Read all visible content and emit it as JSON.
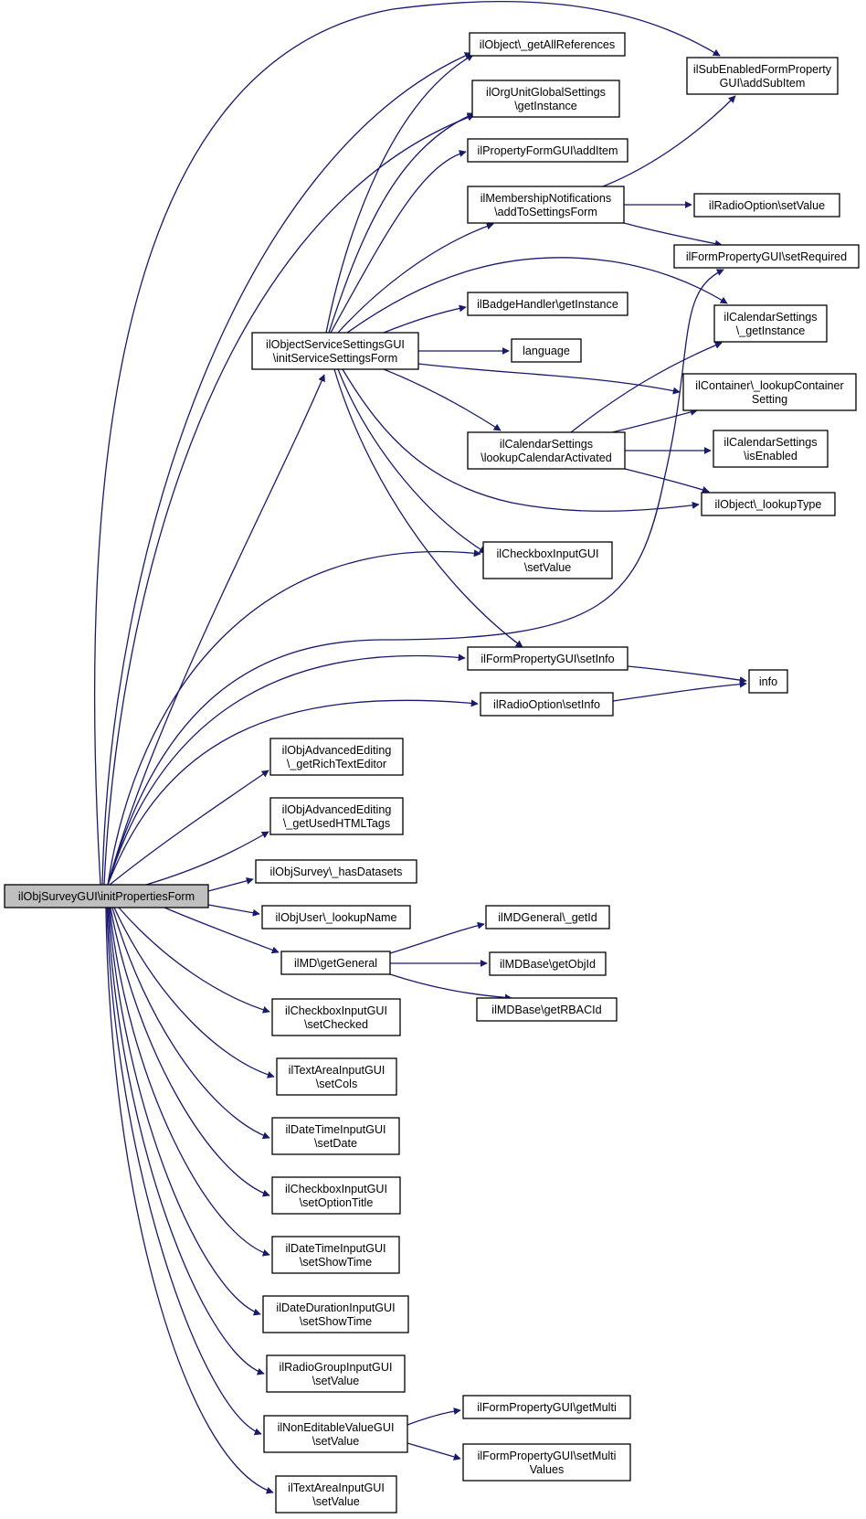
{
  "colors": {
    "edge": "#191970",
    "node_fill": "#ffffff",
    "root_fill": "#bfbfbf",
    "border": "#000000"
  },
  "nodes": {
    "root": {
      "lines": [
        "ilObjSurveyGUI\\initPropertiesForm"
      ]
    },
    "service": {
      "lines": [
        "ilObjectServiceSettingsGUI",
        "\\initServiceSettingsForm"
      ]
    },
    "getAllRefs": {
      "lines": [
        "ilObject\\_getAllReferences"
      ]
    },
    "orgUnit": {
      "lines": [
        "ilOrgUnitGlobalSettings",
        "\\getInstance"
      ]
    },
    "addItem": {
      "lines": [
        "ilPropertyFormGUI\\addItem"
      ]
    },
    "membership": {
      "lines": [
        "ilMembershipNotifications",
        "\\addToSettingsForm"
      ]
    },
    "subEnabled": {
      "lines": [
        "ilSubEnabledFormProperty",
        "GUI\\addSubItem"
      ]
    },
    "radioSetValue": {
      "lines": [
        "ilRadioOption\\setValue"
      ]
    },
    "setRequired": {
      "lines": [
        "ilFormPropertyGUI\\setRequired"
      ]
    },
    "badge": {
      "lines": [
        "ilBadgeHandler\\getInstance"
      ]
    },
    "calGetInstance": {
      "lines": [
        "ilCalendarSettings",
        "\\_getInstance"
      ]
    },
    "language": {
      "lines": [
        "language"
      ]
    },
    "container": {
      "lines": [
        "ilContainer\\_lookupContainer",
        "Setting"
      ]
    },
    "calLookup": {
      "lines": [
        "ilCalendarSettings",
        "\\lookupCalendarActivated"
      ]
    },
    "calEnabled": {
      "lines": [
        "ilCalendarSettings",
        "\\isEnabled"
      ]
    },
    "lookupType": {
      "lines": [
        "ilObject\\_lookupType"
      ]
    },
    "checkboxSetValue": {
      "lines": [
        "ilCheckboxInputGUI",
        "\\setValue"
      ]
    },
    "setInfo": {
      "lines": [
        "ilFormPropertyGUI\\setInfo"
      ]
    },
    "info": {
      "lines": [
        "info"
      ]
    },
    "radioSetInfo": {
      "lines": [
        "ilRadioOption\\setInfo"
      ]
    },
    "richText": {
      "lines": [
        "ilObjAdvancedEditing",
        "\\_getRichTextEditor"
      ]
    },
    "usedTags": {
      "lines": [
        "ilObjAdvancedEditing",
        "\\_getUsedHTMLTags"
      ]
    },
    "hasDatasets": {
      "lines": [
        "ilObjSurvey\\_hasDatasets"
      ]
    },
    "lookupName": {
      "lines": [
        "ilObjUser\\_lookupName"
      ]
    },
    "mdGetGeneral": {
      "lines": [
        "ilMD\\getGeneral"
      ]
    },
    "mdGeneralGetId": {
      "lines": [
        "ilMDGeneral\\_getId"
      ]
    },
    "mdBaseObjId": {
      "lines": [
        "ilMDBase\\getObjId"
      ]
    },
    "mdBaseRbac": {
      "lines": [
        "ilMDBase\\getRBACId"
      ]
    },
    "checkboxSetChecked": {
      "lines": [
        "ilCheckboxInputGUI",
        "\\setChecked"
      ]
    },
    "textAreaCols": {
      "lines": [
        "ilTextAreaInputGUI",
        "\\setCols"
      ]
    },
    "dateSetDate": {
      "lines": [
        "ilDateTimeInputGUI",
        "\\setDate"
      ]
    },
    "checkboxOptionTitle": {
      "lines": [
        "ilCheckboxInputGUI",
        "\\setOptionTitle"
      ]
    },
    "dateShowTime": {
      "lines": [
        "ilDateTimeInputGUI",
        "\\setShowTime"
      ]
    },
    "durationShowTime": {
      "lines": [
        "ilDateDurationInputGUI",
        "\\setShowTime"
      ]
    },
    "radioGroupValue": {
      "lines": [
        "ilRadioGroupInputGUI",
        "\\setValue"
      ]
    },
    "nonEditable": {
      "lines": [
        "ilNonEditableValueGUI",
        "\\setValue"
      ]
    },
    "getMulti": {
      "lines": [
        "ilFormPropertyGUI\\getMulti"
      ]
    },
    "setMultiValues": {
      "lines": [
        "ilFormPropertyGUI\\setMulti",
        "Values"
      ]
    },
    "textAreaValue": {
      "lines": [
        "ilTextAreaInputGUI",
        "\\setValue"
      ]
    }
  }
}
